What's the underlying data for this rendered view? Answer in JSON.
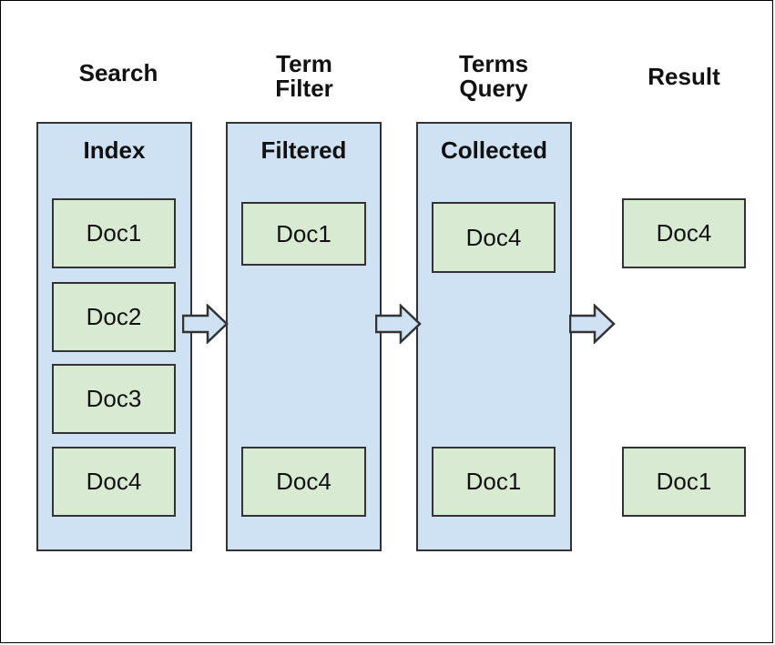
{
  "stages": [
    {
      "heading": "Search",
      "title": "Index",
      "docs": [
        "Doc1",
        "Doc2",
        "Doc3",
        "Doc4"
      ]
    },
    {
      "heading": "Term\nFilter",
      "title": "Filtered",
      "docs": [
        "Doc1",
        "Doc4"
      ]
    },
    {
      "heading": "Terms\nQuery",
      "title": "Collected",
      "docs": [
        "Doc4",
        "Doc1"
      ]
    },
    {
      "heading": "Result",
      "docs": [
        "Doc4",
        "Doc1"
      ]
    }
  ],
  "colors": {
    "column_fill": "#cfe2f3",
    "doc_fill": "#d9ead3",
    "border": "#333333"
  }
}
